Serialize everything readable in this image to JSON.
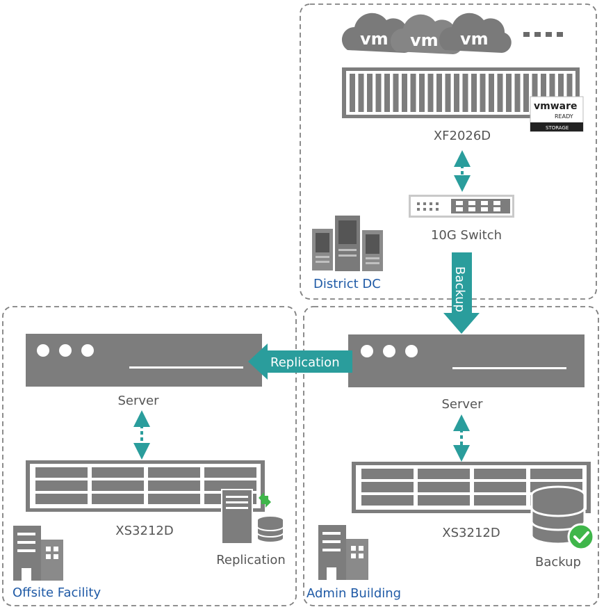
{
  "colors": {
    "gray": "#7d7d7d",
    "dark_gray": "#6a6a6a",
    "light_gray": "#c9c9c9",
    "teal": "#2a9d9c",
    "site_blue": "#1f5aa6",
    "label_gray": "#555555",
    "check_green": "#3fb64a"
  },
  "sites": {
    "district_dc": "District DC",
    "offsite": "Offsite Facility",
    "admin": "Admin Building"
  },
  "devices": {
    "xf_array": "XF2026D",
    "switch": "10G Switch",
    "server_offsite": "Server",
    "server_admin": "Server",
    "xs_offsite": "XS3212D",
    "xs_admin": "XS3212D"
  },
  "vm_labels": [
    "vm",
    "vm",
    "vm"
  ],
  "vmware_badge": {
    "brand": "vmware",
    "line1": "READY",
    "line2": "STORAGE"
  },
  "links": {
    "backup": "Backup",
    "replication": "Replication"
  },
  "badges": {
    "replication": "Replication",
    "backup": "Backup"
  }
}
